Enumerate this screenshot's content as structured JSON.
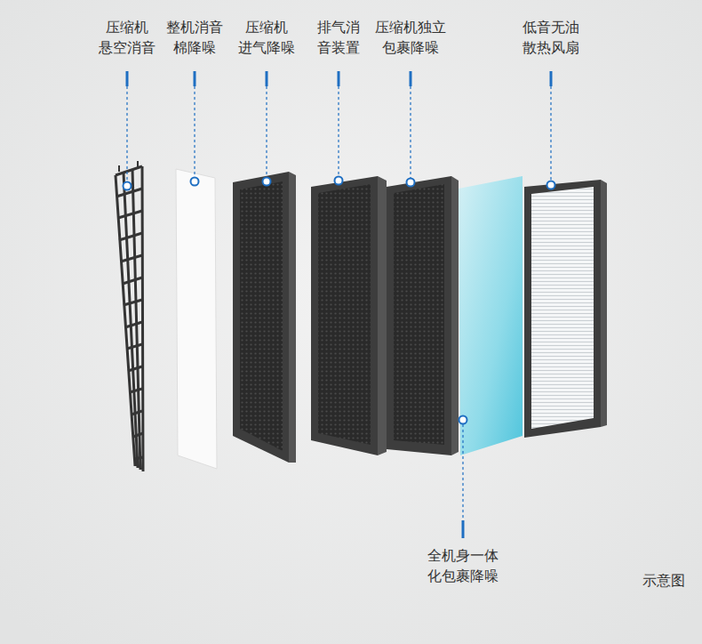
{
  "diagram": {
    "labels": [
      "压缩机 悬空消音",
      "整机消音 棉降噪",
      "压缩机 进气降噪",
      "排气消 音装置",
      "压缩机独立 包裹降噪",
      "低音无油 散热风扇",
      "全机身一体 化包裹降噪",
      "示意图"
    ]
  }
}
